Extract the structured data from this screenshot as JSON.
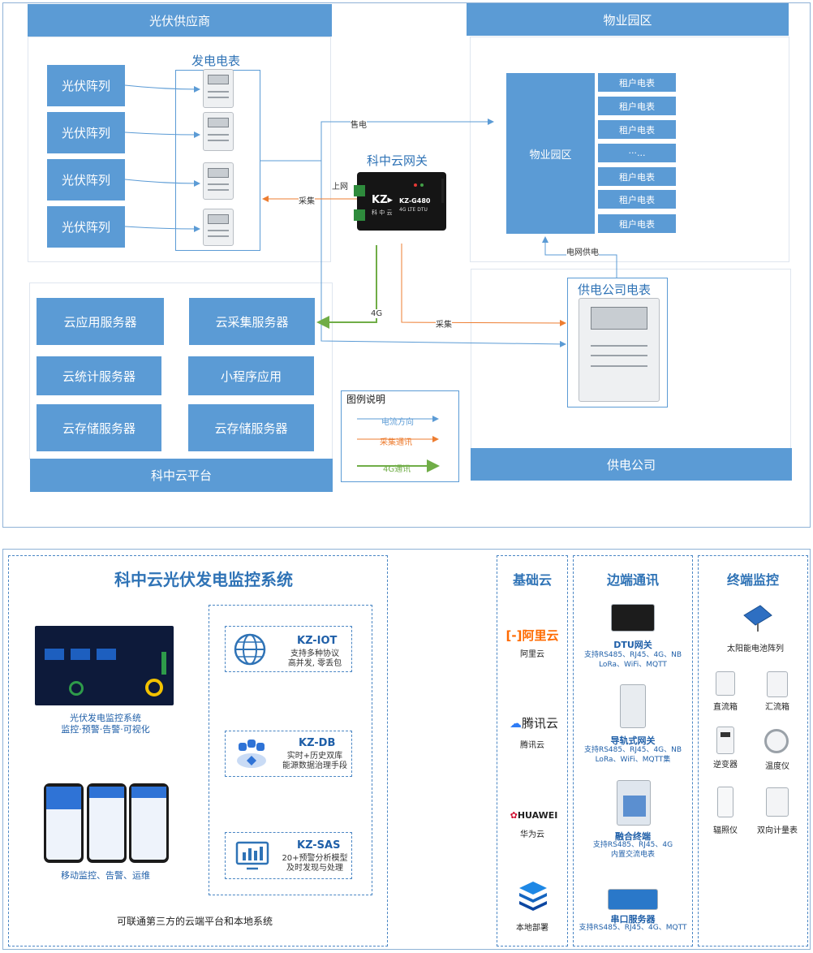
{
  "top": {
    "pv_supplier": {
      "header": "光伏供应商",
      "arrays": [
        "光伏阵列",
        "光伏阵列",
        "光伏阵列",
        "光伏阵列"
      ],
      "meter_group_title": "发电电表"
    },
    "gateway": {
      "title": "科中云网关",
      "brand": "KZ▸",
      "brand_cn": "科 中 云",
      "model": "KZ-G480",
      "model_sub": "4G LTE DTU"
    },
    "park": {
      "header": "物业园区",
      "main_box": "物业园区",
      "tenants": [
        "租户电表",
        "租户电表",
        "租户电表",
        "···...",
        "租户电表",
        "租户电表",
        "租户电表"
      ]
    },
    "utility": {
      "meter_title": "供电公司电表",
      "footer": "供电公司"
    },
    "platform": {
      "servers": [
        "云应用服务器",
        "云采集服务器",
        "云统计服务器",
        "小程序应用",
        "云存储服务器",
        "云存储服务器"
      ],
      "footer": "科中云平台"
    },
    "edge_labels": {
      "sell": "售电",
      "uplink": "上网",
      "collect1": "采集",
      "g4": "4G",
      "collect2": "采集",
      "grid": "电网供电"
    },
    "legend": {
      "title": "图例说明",
      "items": [
        {
          "label": "电流方向",
          "color": "#5b9bd5"
        },
        {
          "label": "采集通讯",
          "color": "#ed7d31"
        },
        {
          "label": "4G通讯",
          "color": "#70ad47"
        }
      ]
    }
  },
  "bottom": {
    "system_title": "科中云光伏发电监控系统",
    "dashboard_caption": [
      "光伏发电监控系统",
      "监控·预警·告警·可视化"
    ],
    "mobile_caption": "移动监控、告警、运维",
    "third_party": "可联通第三方的云端平台和本地系统",
    "products": [
      {
        "name": "KZ-IOT",
        "desc": [
          "支持多种协议",
          "高并发, 零丢包"
        ]
      },
      {
        "name": "KZ-DB",
        "desc": [
          "实时+历史双库",
          "能源数据治理手段"
        ]
      },
      {
        "name": "KZ-SAS",
        "desc": [
          "20+预警分析模型",
          "及时发现与处理"
        ]
      }
    ],
    "cloud": {
      "title": "基础云",
      "items": [
        {
          "logo": "阿里云",
          "caption": "阿里云"
        },
        {
          "logo": "腾讯云",
          "caption": "腾讯云"
        },
        {
          "logo": "HUAWEI",
          "caption": "华为云"
        },
        {
          "logo": "",
          "caption": "本地部署"
        }
      ]
    },
    "edge": {
      "title": "边端通讯",
      "items": [
        {
          "name": "DTU网关",
          "desc": [
            "支持RS485、RJ45、4G、NB",
            "LoRa、WiFi、MQTT"
          ]
        },
        {
          "name": "导轨式网关",
          "desc": [
            "支持RS485、RJ45、4G、NB",
            "LoRa、WiFi、MQTT集"
          ]
        },
        {
          "name": "融合终端",
          "desc": [
            "支持RS485、RJ45、4G",
            "内置交流电表"
          ]
        },
        {
          "name": "串口服务器",
          "desc": [
            "支持RS485、RJ45、4G、MQTT"
          ]
        }
      ]
    },
    "terminal": {
      "title": "终端监控",
      "items": [
        "太阳能电池阵列",
        "直流箱",
        "汇流箱",
        "逆变器",
        "温度仪",
        "辐照仪",
        "双向计量表"
      ]
    }
  }
}
